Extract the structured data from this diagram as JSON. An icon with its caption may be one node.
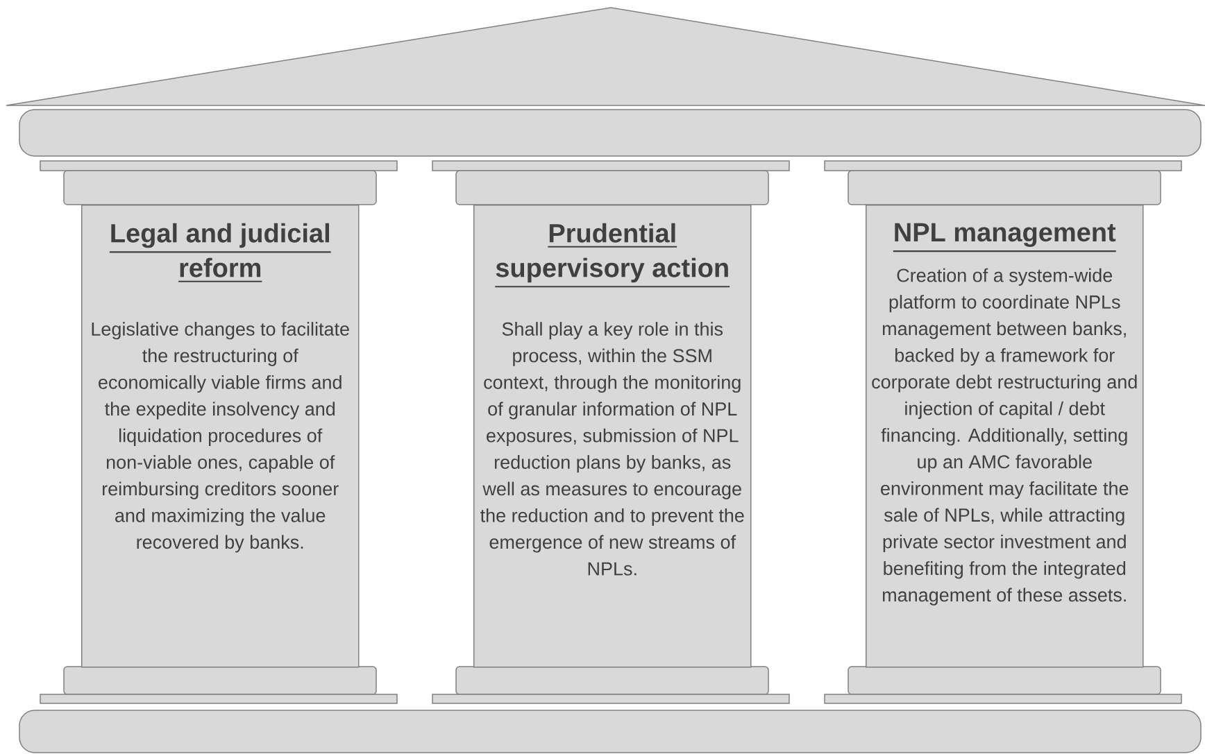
{
  "diagram": {
    "nodes": [
      {
        "text": [
          "Legal and judicial reform",
          "Legislative changes to facilitate the restructuring of economically viable firms and the expedite insolvency and liquidation procedures of non-viable ones, capable of reimbursing creditors sooner and maximizing the value recovered by banks."
        ]
      },
      {
        "text": [
          "Prudential supervisory action",
          "Shall play a key role in this process, within the SSM context, through the monitoring of granular information of NPL exposures, submission of NPL reduction plans by banks, as well as measures to encourage the reduction and to prevent the emergence of new streams of NPLs."
        ]
      },
      {
        "text": [
          "NPL management",
          "Creation of a system-wide platform to coordinate NPLs management between banks, backed by a framework for corporate debt restructuring and injection of capital / debt financing. Additionally, setting up an AMC favorable environment may facilitate the sale of NPLs, while attracting private sector investment and benefiting from the integrated management of these assets."
        ]
      }
    ],
    "edges": []
  }
}
